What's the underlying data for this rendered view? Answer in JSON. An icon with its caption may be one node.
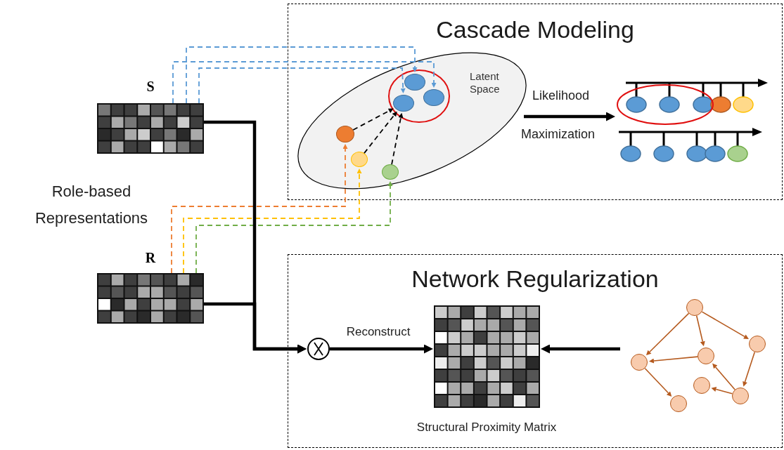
{
  "diagram": {
    "nodes": [
      {
        "text": [
          "Cascade Modeling"
        ]
      },
      {
        "text": [
          "Network Regularization"
        ]
      },
      {
        "text": [
          "S"
        ]
      },
      {
        "text": [
          "R"
        ]
      },
      {
        "text": [
          "Latent Space"
        ],
        "in": 0
      },
      {
        "text": [],
        "shape": "circle",
        "in": 4
      },
      {
        "text": [],
        "shape": "circle",
        "in": 4
      },
      {
        "text": [],
        "shape": "circle",
        "in": 4
      },
      {
        "text": [],
        "shape": "circle",
        "in": 4
      },
      {
        "text": [],
        "shape": "circle",
        "in": 4
      },
      {
        "text": [],
        "shape": "circle",
        "in": 4
      },
      {
        "text": [],
        "shape": "picture",
        "in": 0
      },
      {
        "text": [],
        "shape": "circle",
        "in": 1
      },
      {
        "text": [
          "Structural Proximity Matrix"
        ],
        "in": 1
      },
      {
        "text": [],
        "shape": "circle",
        "in": 1
      },
      {
        "text": [],
        "shape": "circle",
        "in": 1
      },
      {
        "text": [],
        "shape": "circle",
        "in": 1
      },
      {
        "text": [],
        "shape": "circle",
        "in": 1
      },
      {
        "text": [],
        "shape": "circle",
        "in": 1
      },
      {
        "text": [],
        "shape": "circle",
        "in": 1
      },
      {
        "text": [],
        "shape": "circle",
        "in": 1
      }
    ],
    "edges": [
      {
        "from": 2,
        "to": 5,
        "arrow": "to",
        "style": "dashed",
        "color": "#5b9bd5"
      },
      {
        "from": 2,
        "to": 6,
        "arrow": "to",
        "style": "dashed",
        "color": "#5b9bd5"
      },
      {
        "from": 2,
        "to": 7,
        "arrow": "to",
        "style": "dashed",
        "color": "#5b9bd5"
      },
      {
        "from": 3,
        "to": 8,
        "arrow": "to",
        "style": "dashed",
        "color": "#ed7d31"
      },
      {
        "from": 3,
        "to": 9,
        "arrow": "to",
        "style": "dashed",
        "color": "#ffc000"
      },
      {
        "from": 3,
        "to": 10,
        "arrow": "to",
        "style": "dashed",
        "color": "#70ad47"
      },
      {
        "from": 8,
        "to": 7,
        "arrow": "to",
        "style": "dashed"
      },
      {
        "from": 9,
        "to": 7,
        "arrow": "to",
        "style": "dashed"
      },
      {
        "from": 10,
        "to": 7,
        "arrow": "to",
        "style": "dashed"
      },
      {
        "from": 4,
        "to": 11,
        "arrow": "to",
        "style": "thick"
      },
      {
        "from": 2,
        "to": 12,
        "arrow": "to",
        "style": "thick"
      },
      {
        "from": 3,
        "to": 12,
        "arrow": "to",
        "style": "thick"
      },
      {
        "from": 12,
        "to": 13,
        "arrow": "to",
        "style": "thick",
        "label": "Reconstruct"
      },
      {
        "from": null,
        "to": 13,
        "arrow": "to",
        "style": "thick"
      },
      {
        "from": 14,
        "to": 17,
        "arrow": "to",
        "color": "#b55a1e"
      },
      {
        "from": 14,
        "to": 16,
        "arrow": "to",
        "color": "#b55a1e"
      },
      {
        "from": 14,
        "to": 15,
        "arrow": "to",
        "color": "#b55a1e"
      },
      {
        "from": 16,
        "to": 17,
        "arrow": "to",
        "color": "#b55a1e"
      },
      {
        "from": 17,
        "to": 20,
        "arrow": "to",
        "color": "#b55a1e"
      },
      {
        "from": 15,
        "to": 19,
        "arrow": "to",
        "color": "#b55a1e"
      },
      {
        "from": 19,
        "to": 16,
        "arrow": "to",
        "color": "#b55a1e"
      },
      {
        "from": 19,
        "to": 18,
        "arrow": "to",
        "color": "#b55a1e"
      }
    ],
    "labels": [
      "Role-based Representations",
      "Likelihood",
      "Maximization"
    ]
  }
}
